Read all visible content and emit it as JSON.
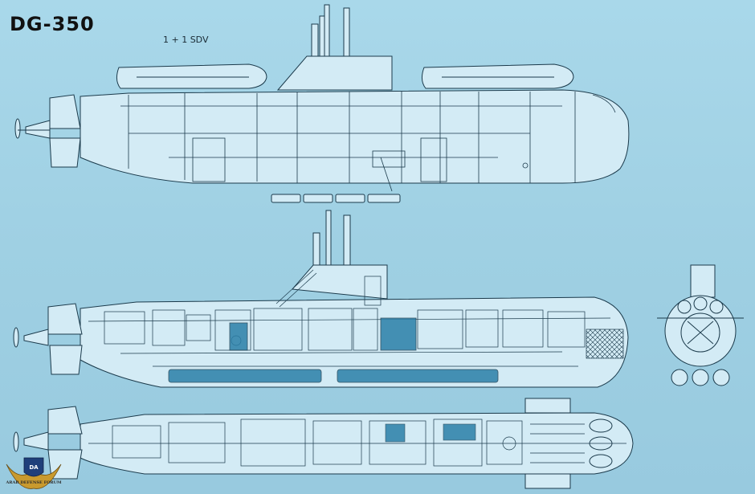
{
  "title": "DG-350",
  "sdv_label": "1 + 1  SDV",
  "logo": {
    "initials": "DA",
    "caption": "ARAB DEFENSE FORUM"
  },
  "colors": {
    "background": "#a7d5e8",
    "line": "#1b3a4b",
    "hull_fill": "#cfe9f4",
    "tank_fill": "#2b7fa8"
  }
}
